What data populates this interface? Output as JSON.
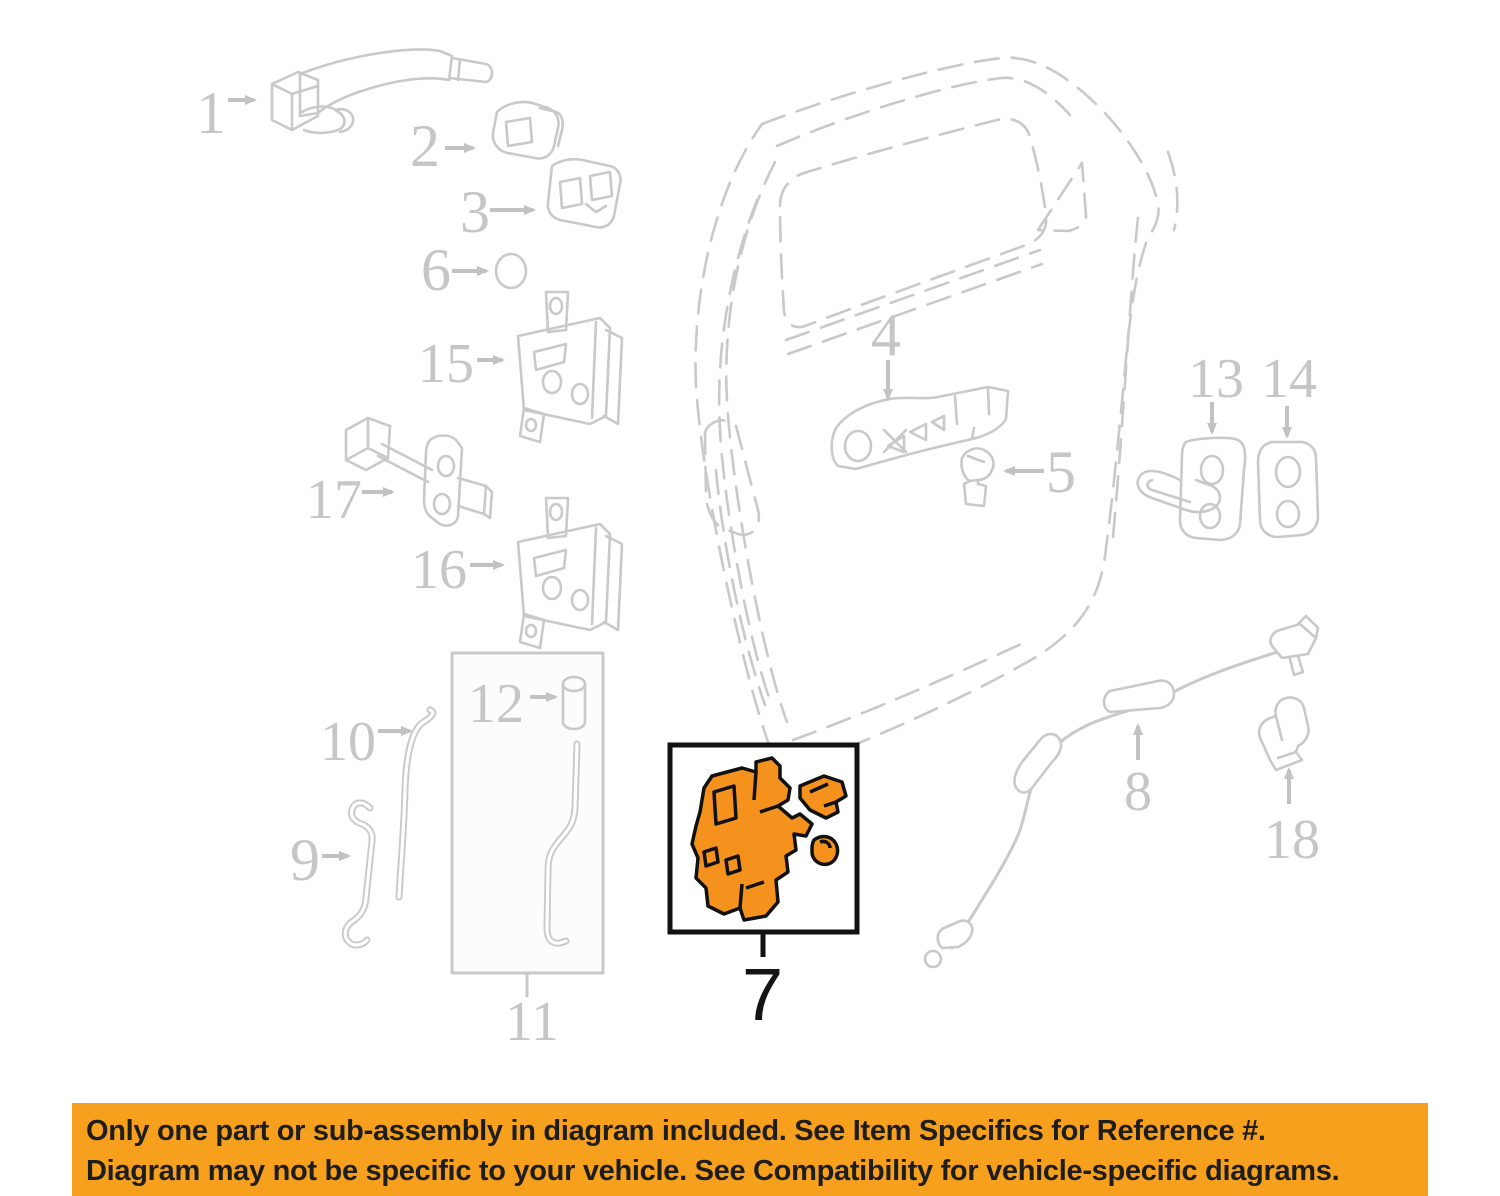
{
  "diagram": {
    "part_labels": [
      "1",
      "2",
      "3",
      "4",
      "5",
      "6",
      "7",
      "8",
      "9",
      "10",
      "11",
      "12",
      "13",
      "14",
      "15",
      "16",
      "17",
      "18"
    ],
    "highlighted_part": "7"
  },
  "banner": {
    "line1": "Only one part or sub-assembly in diagram included. See Item Specifics for Reference #.",
    "line2": "Diagram may not be specific to your vehicle. See Compatibility for vehicle-specific diagrams."
  },
  "colors": {
    "banner_bg": "#F6A01E",
    "banner_text": "#1D1D1B",
    "highlight_fill": "#F5921E",
    "highlight_outline": "#111111",
    "line_art_gray": "#C9C9C9",
    "label_gray": "#C6C6C6"
  }
}
